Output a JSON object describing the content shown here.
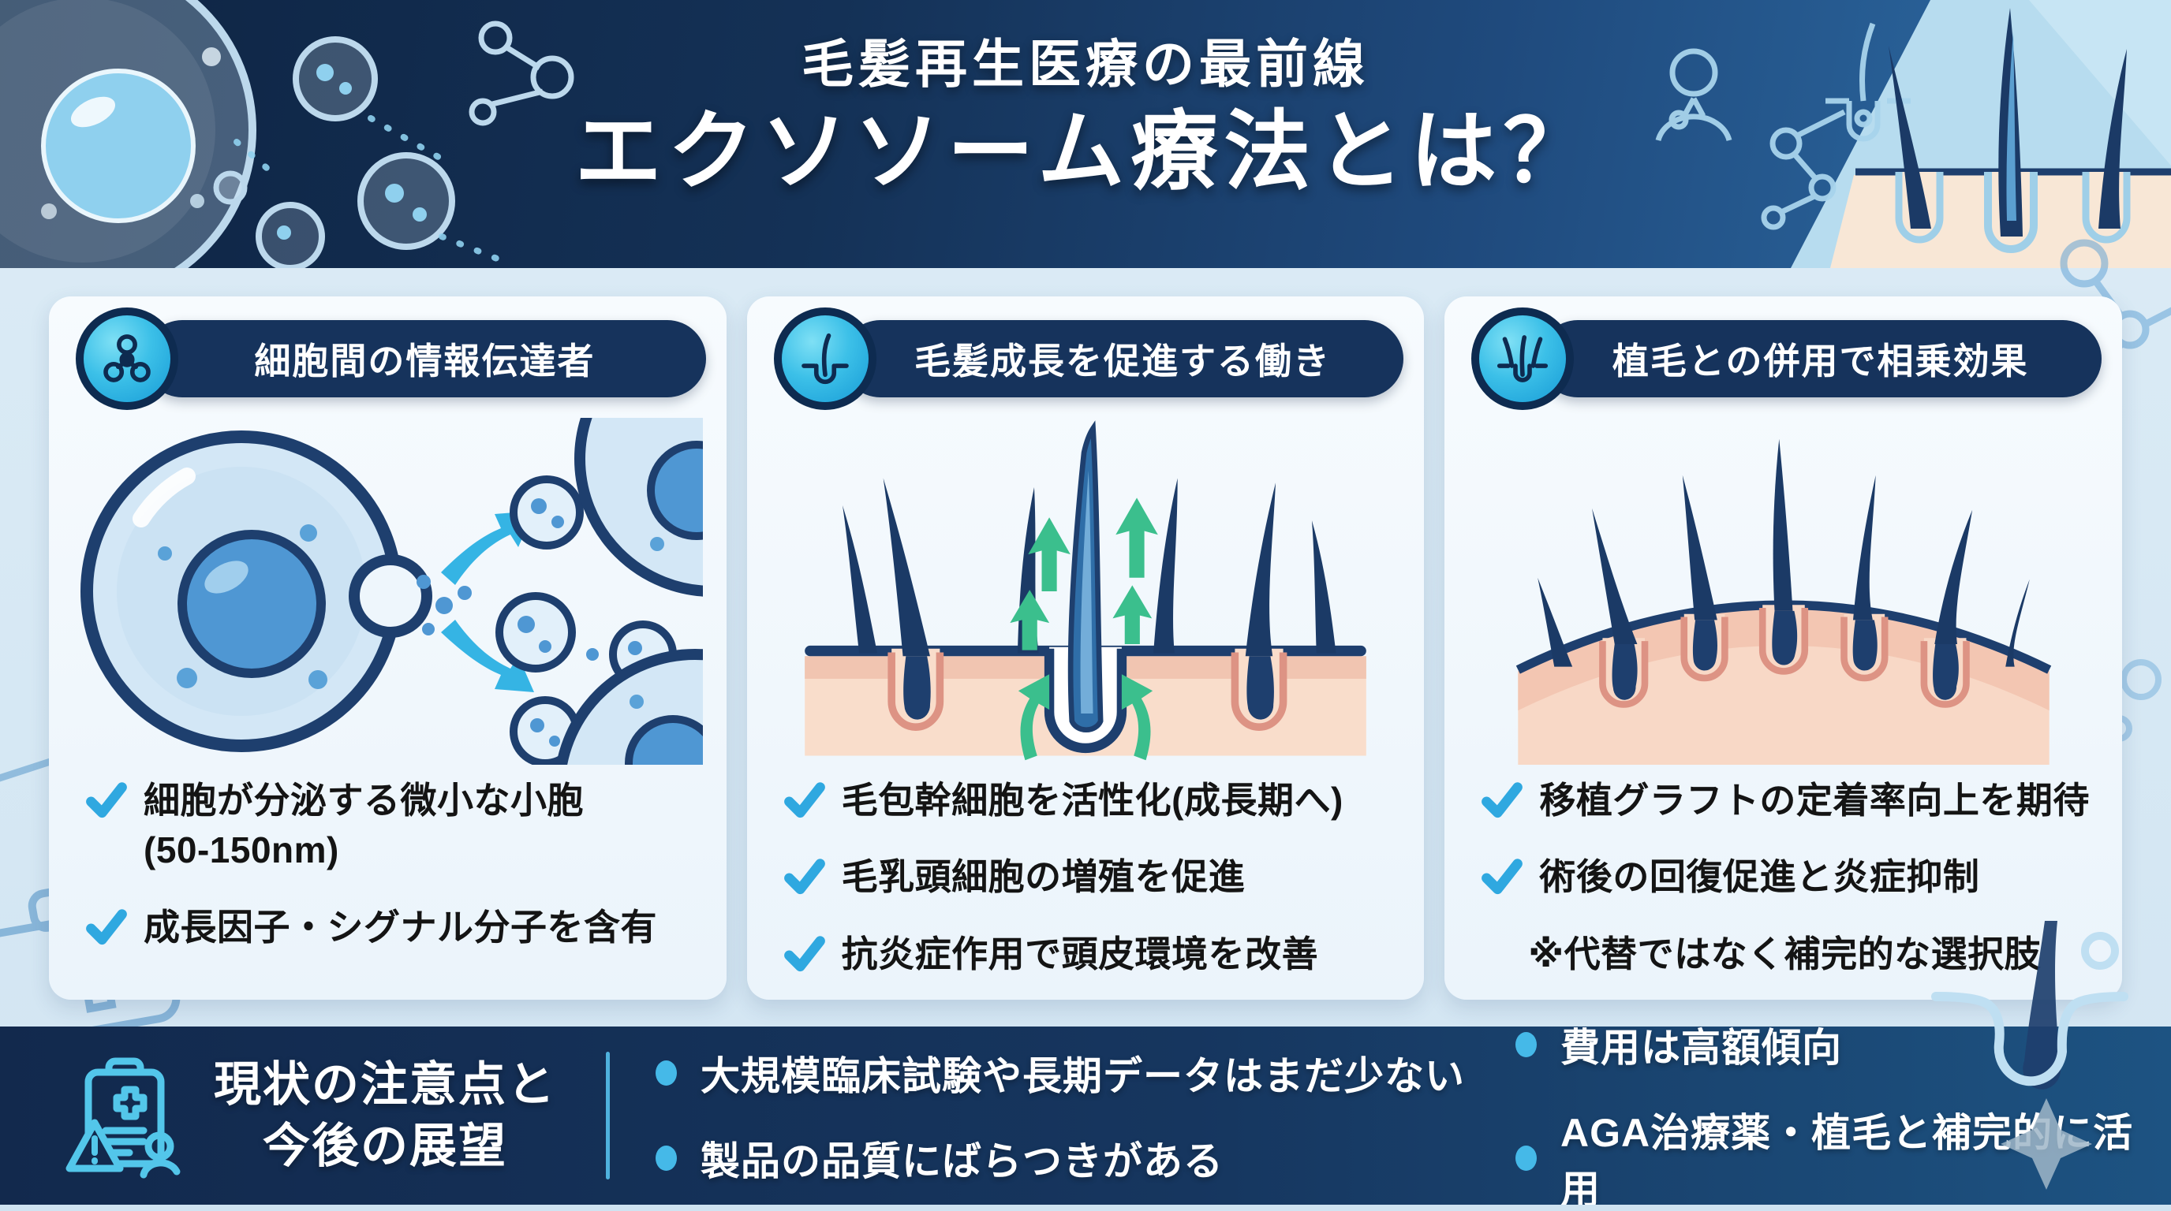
{
  "header": {
    "subtitle": "毛髪再生医療の最前線",
    "title": "エクソソーム療法とは？"
  },
  "cards": [
    {
      "title": "細胞間の情報伝達者",
      "icon": "molecule-network-icon",
      "bullets": [
        {
          "marker": "check",
          "text": "細胞が分泌する微小な小胞\n(50-150nm)"
        },
        {
          "marker": "check",
          "text": "成長因子・シグナル分子を含有"
        }
      ]
    },
    {
      "title": "毛髪成長を促進する働き",
      "icon": "hair-follicle-icon",
      "bullets": [
        {
          "marker": "check",
          "text": "毛包幹細胞を活性化(成長期へ)"
        },
        {
          "marker": "check",
          "text": "毛乳頭細胞の増殖を促進"
        },
        {
          "marker": "check",
          "text": "抗炎症作用で頭皮環境を改善"
        }
      ]
    },
    {
      "title": "植毛との併用で相乗効果",
      "icon": "hair-growth-icon",
      "bullets": [
        {
          "marker": "check",
          "text": "移植グラフトの定着率向上を期待"
        },
        {
          "marker": "check",
          "text": "術後の回復促進と炎症抑制"
        },
        {
          "marker": "note",
          "text": "※代替ではなく補完的な選択肢"
        }
      ]
    }
  ],
  "footer": {
    "icon": "clipboard-warning-icon",
    "heading_line1": "現状の注意点と",
    "heading_line2": "今後の展望",
    "columns": [
      {
        "items": [
          "大規模臨床試験や長期データはまだ少ない",
          "製品の品質にばらつきがある"
        ]
      },
      {
        "items": [
          "費用は高額傾向",
          "AGA治療薬・植毛と補完的に活用"
        ]
      }
    ]
  },
  "colors": {
    "header_navy": "#0e2443",
    "header_blue": "#2e6da6",
    "pill_navy": "#16335c",
    "accent_cyan": "#2fa8e0",
    "check_cyan": "#2fa8e0",
    "footer_navy": "#12294d",
    "green_arrow": "#3bbf8d",
    "skin_pink": "#f8dcc9",
    "page_bg": "#d8e9f4",
    "card_bg": "#f2f8fd",
    "text_dark": "#141414",
    "white": "#ffffff"
  }
}
